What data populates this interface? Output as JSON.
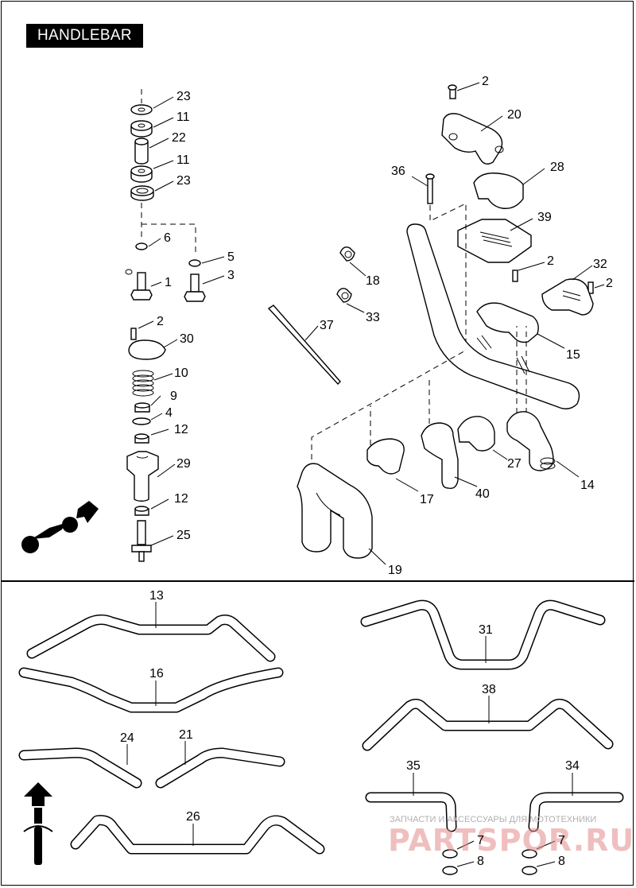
{
  "title": "HANDLEBAR",
  "parts_top": [
    "23",
    "11",
    "22",
    "11",
    "23",
    "6",
    "5",
    "1",
    "3",
    "2",
    "30",
    "10",
    "9",
    "4",
    "12",
    "29",
    "12",
    "25",
    "2",
    "20",
    "36",
    "28",
    "39",
    "2",
    "32",
    "2",
    "18",
    "33",
    "37",
    "15",
    "17",
    "40",
    "27",
    "14",
    "19"
  ],
  "parts_bottom": [
    "13",
    "16",
    "24",
    "21",
    "26",
    "31",
    "38",
    "35",
    "34",
    "7",
    "7",
    "8",
    "8"
  ],
  "icons": [
    "motorcycle-side-view-icon",
    "motorcycle-top-view-icon"
  ],
  "watermark": {
    "caption": "ЗАПЧАСТИ И АКСЕССУАРЫ ДЛЯ МОТОТЕХНИКИ",
    "brand": "PARTSPOR.RU",
    "color": "#e28a8a"
  }
}
